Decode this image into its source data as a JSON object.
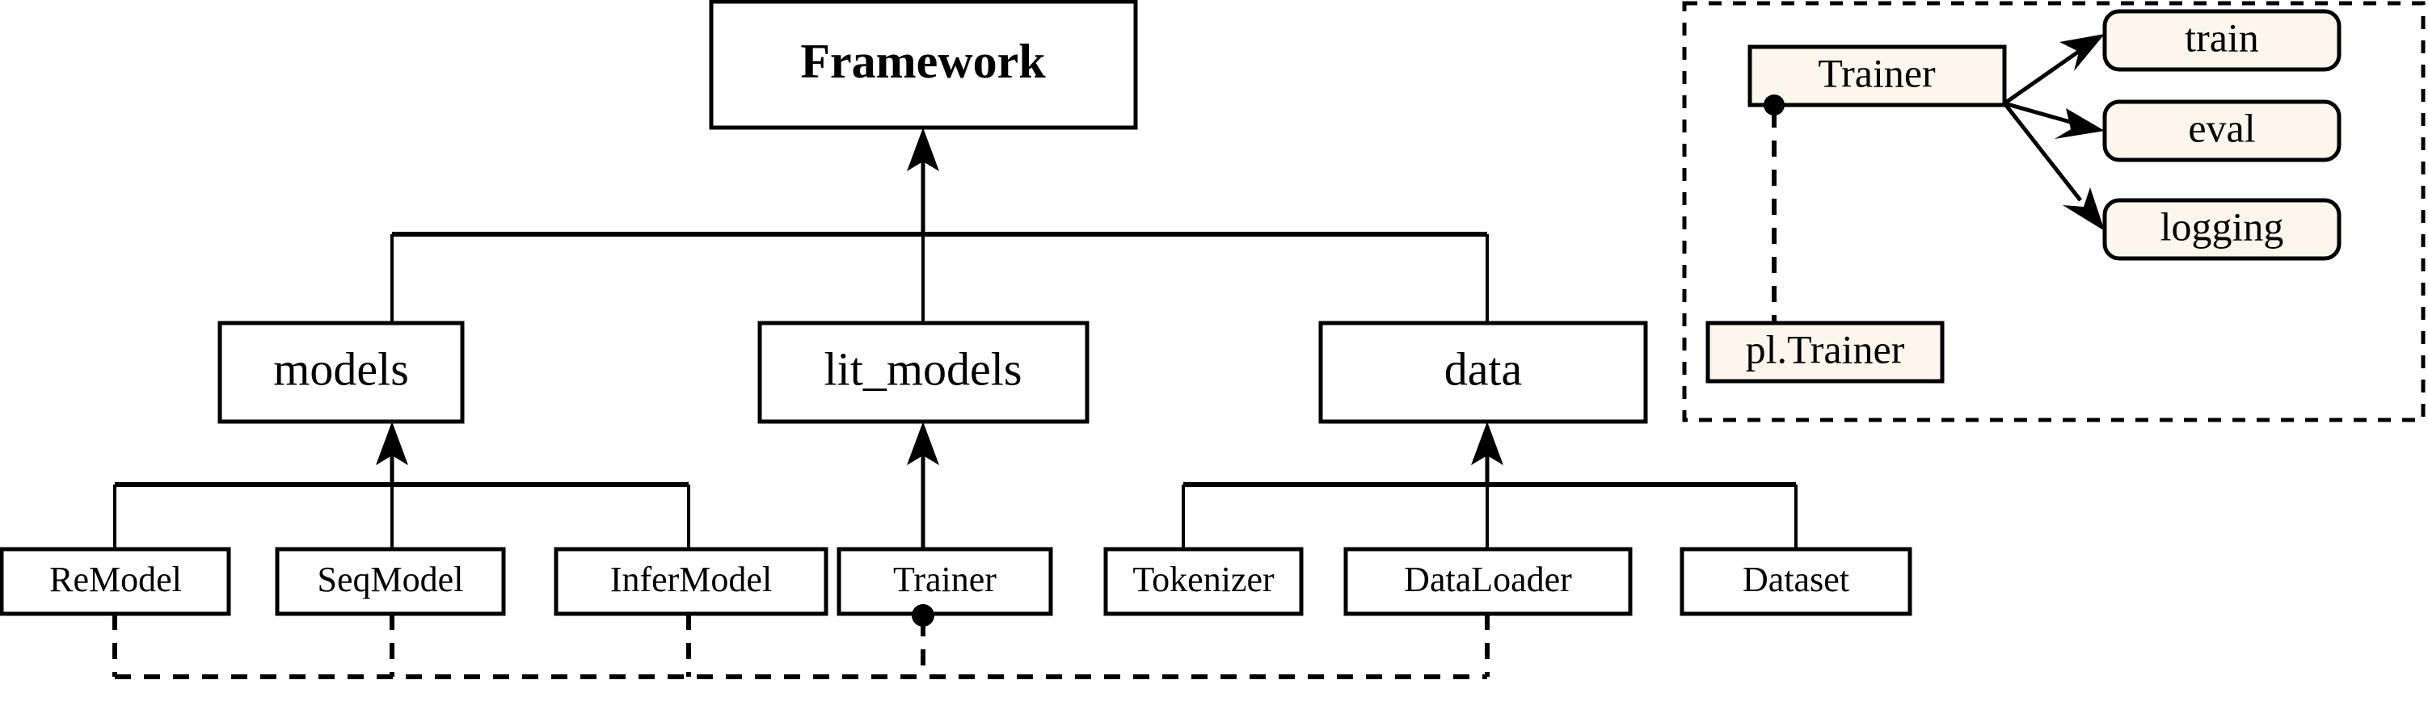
{
  "diagram": {
    "title_node": {
      "label": "Framework"
    },
    "layer_modules": [
      {
        "label": "models"
      },
      {
        "label": "lit_models"
      },
      {
        "label": "data"
      }
    ],
    "layer_classes": [
      {
        "label": "ReModel"
      },
      {
        "label": "SeqModel"
      },
      {
        "label": "InferModel"
      },
      {
        "label": "Trainer"
      },
      {
        "label": "Tokenizer"
      },
      {
        "label": "DataLoader"
      },
      {
        "label": "Dataset"
      }
    ],
    "detail_panel": {
      "main_node": {
        "label": "Trainer"
      },
      "methods": [
        {
          "label": "train"
        },
        {
          "label": "eval"
        },
        {
          "label": "logging"
        }
      ],
      "base_node": {
        "label": "pl.Trainer"
      }
    },
    "colors": {
      "accent_fill": "#fdf6ec",
      "stroke": "#000000",
      "background": "#ffffff"
    }
  }
}
